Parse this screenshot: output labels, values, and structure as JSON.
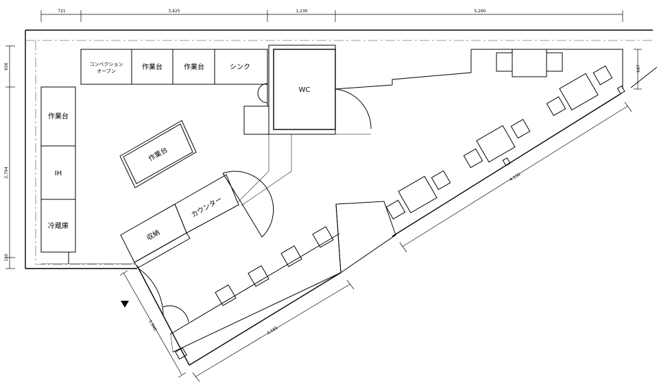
{
  "rooms": {
    "wc": "WC",
    "convection_line1": "コンベクション",
    "convection_line2": "オーブン",
    "work_table_top1": "作業台",
    "work_table_top2": "作業台",
    "sink": "シンク",
    "work_table_left": "作業台",
    "ih": "IH",
    "fridge": "冷蔵庫",
    "work_table_island": "作業台",
    "counter": "カウンター",
    "storage": "収納"
  },
  "dimensions": {
    "top_1": "721",
    "top_2": "3,425",
    "top_3": "1,230",
    "top_4": "5,260",
    "left_top": "656",
    "left_mid": "2,794",
    "left_bottom": "150",
    "right_small": "647",
    "diag_long": "4,150",
    "diag_bottom": "3,185",
    "diag_entry": "1,940"
  },
  "colors": {
    "line": "#000000",
    "background": "#ffffff"
  }
}
